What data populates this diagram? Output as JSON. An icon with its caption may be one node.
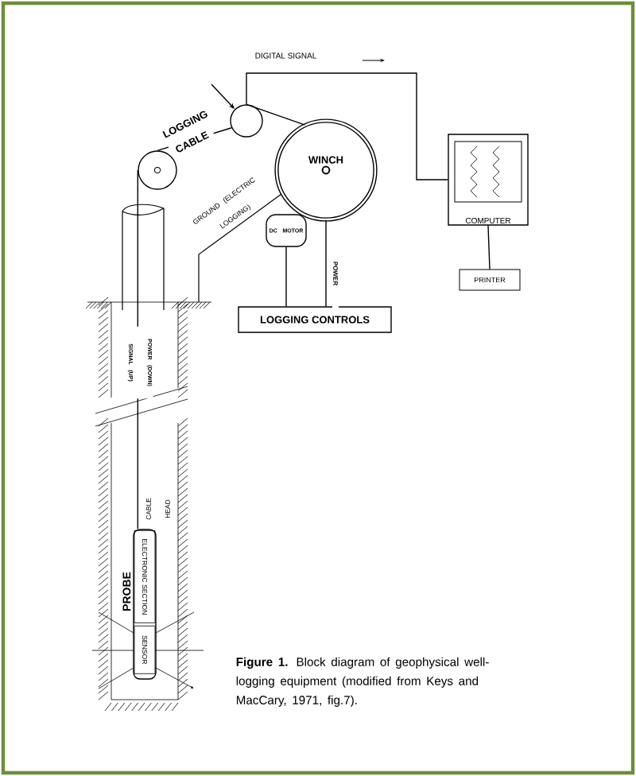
{
  "diagram": {
    "caption": "**Figure 1.** Block diagram of geophysical well-logging equipment (modified from Keys and MacCary, 1971, fig.7).",
    "nodes": [
      {
        "text": [
          "WINCH"
        ]
      },
      {
        "text": [
          "DC MOTOR"
        ]
      },
      {
        "text": [
          "LOGGING CONTROLS"
        ]
      },
      {
        "text": [
          "COMPUTER"
        ]
      },
      {
        "text": [
          "PRINTER"
        ]
      },
      {
        "text": [
          "PROBE"
        ]
      },
      {
        "text": [
          "ELECTRONIC SECTION"
        ],
        "in": 5
      },
      {
        "text": [
          "SENSOR"
        ],
        "in": 5
      },
      {
        "text": [],
        "shape": "circle"
      },
      {
        "text": [],
        "shape": "circle"
      }
    ],
    "edges": [
      {
        "from": 9,
        "to": 3,
        "arrow": "none"
      },
      {
        "from": 3,
        "to": 4,
        "arrow": "none"
      },
      {
        "from": 0,
        "to": 2,
        "arrow": "none",
        "label": "POWER"
      },
      {
        "from": 1,
        "to": 2,
        "arrow": "none"
      },
      {
        "from": 0,
        "to": 9,
        "arrow": "none"
      },
      {
        "from": 9,
        "to": 8,
        "arrow": "none",
        "label": "LOGGING CABLE"
      },
      {
        "from": 8,
        "to": 5,
        "arrow": "none",
        "label": "POWER (DOWN) SIGNAL (UP)"
      },
      {
        "from": null,
        "to": 9,
        "arrow": "to"
      }
    ],
    "labels": [
      "DIGITAL SIGNAL",
      "GROUND (ELECTRIC LOGGING)",
      "CABLE HEAD"
    ]
  }
}
